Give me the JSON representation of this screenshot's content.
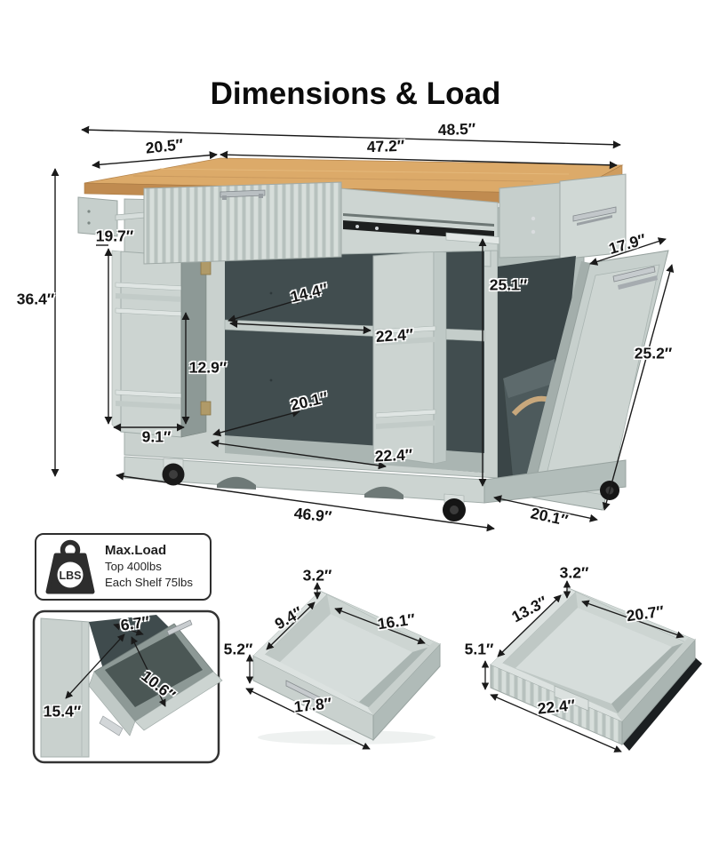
{
  "title": "Dimensions & Load",
  "main_diagram": {
    "dimensions": {
      "overall_width": "48.5″",
      "top_depth": "20.5″",
      "countertop_width": "47.2″",
      "side_rack_height": "19.7″",
      "overall_height": "36.4″",
      "shelf_depth": "14.4″",
      "shelf_width": "22.4″",
      "door_rack_height": "12.9″",
      "right_compartment_height": "25.1″",
      "tilt_door_width": "17.9″",
      "tilt_door_length": "25.2″",
      "lower_compartment_depth": "20.1″",
      "side_rack_depth": "9.1″",
      "lower_compartment_width": "22.4″",
      "base_width": "46.9″",
      "base_depth": "20.1″"
    },
    "colors": {
      "wood_top": "#dcaa69",
      "cabinet": "#c9d1ce",
      "interior": "#414d4f"
    }
  },
  "load_badge": {
    "icon_text": "LBS",
    "title": "Max.Load",
    "line1": "Top 400lbs",
    "line2": "Each Shelf 75lbs"
  },
  "insets": {
    "tilt_compartment": {
      "opening_width": "6.7″",
      "diagonal_depth": "10.6″",
      "height": "15.4″"
    },
    "small_drawer": {
      "rim_height": "3.2″",
      "interior_depth": "9.4″",
      "interior_width": "16.1″",
      "height": "5.2″",
      "front_width": "17.8″"
    },
    "large_drawer": {
      "rim_height": "3.2″",
      "interior_depth": "13.3″",
      "interior_width": "20.7″",
      "height": "5.1″",
      "front_width": "22.4″"
    }
  }
}
